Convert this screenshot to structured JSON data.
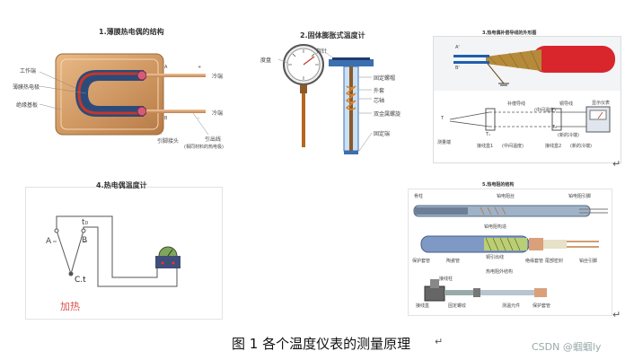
{
  "panel1": {
    "title": "1.薄膜热电偶的结构",
    "labels": {
      "work_end": "工作端",
      "film_thermocouple": "薄膜热电极",
      "insulating_substrate": "绝缘基板",
      "a": "A",
      "b": "B",
      "plus": "+",
      "minus": "-",
      "cold_end_1": "冷端",
      "cold_end_2": "冷端",
      "lead_joint": "引脚接头",
      "lead_wire": "引出线",
      "lead_wire_note": "(相同材料的热电极)"
    }
  },
  "panel2": {
    "title": "2.固体膨胀式温度计",
    "labels": {
      "dial": "度盘",
      "pointer": "指针",
      "fixed_sleeve": "固定螺帽",
      "outer_sleeve": "外套",
      "core": "芯轴",
      "bimetal_strip": "双金属螺旋",
      "fixed_end": "固定端"
    }
  },
  "panel3": {
    "title": "3.热电偶补偿导线的外形图",
    "labels": {
      "a_prime": "A'",
      "b_prime": "B'",
      "comp_wire": "补偿导线",
      "copper_wire": "铜导线",
      "middle_temp": "(中间温度)",
      "new_cold": "(新的冷端)",
      "display": "显示仪表",
      "measure_end": "测量端",
      "junction1": "接线盒1",
      "junction1_note": "(中间温度)",
      "junction2": "接线盒2",
      "junction2_note": "(新的冷端)",
      "t": "T",
      "t1": "T₁",
      "t0": "T₀"
    }
  },
  "panel4": {
    "title": "4.热电偶温度计",
    "labels": {
      "a": "A",
      "b": "B",
      "t0": "t₀",
      "ct": "C.t",
      "heating": "加热"
    }
  },
  "panel5": {
    "title": "5.热电阻的结构",
    "labels": {
      "leads_rod": "骨柱",
      "resistor": "铂电阻丝",
      "resistor_lead": "铂电阻引脚",
      "resistor_structure": "铂电阻构造",
      "protect_tube": "保护套管",
      "ceramic": "陶瓷管",
      "lead_wire": "铜引出线",
      "insulating": "绝缘套管",
      "tail_tube": "尾部密封",
      "lead_pin": "铂丝引脚",
      "junction_box": "接线盒",
      "fix_thread": "固定螺纹",
      "terminal": "接线柱",
      "sensor_element": "测温元件",
      "protect_sleeve": "保护套管",
      "element_structure": "热电阻外结构"
    }
  },
  "caption": "图 1  各个温度仪表的测量原理",
  "return_mark_1": "↵",
  "return_mark_2": "↵",
  "return_mark_3": "↵",
  "watermark": "CSDN @蝈蝈ly"
}
